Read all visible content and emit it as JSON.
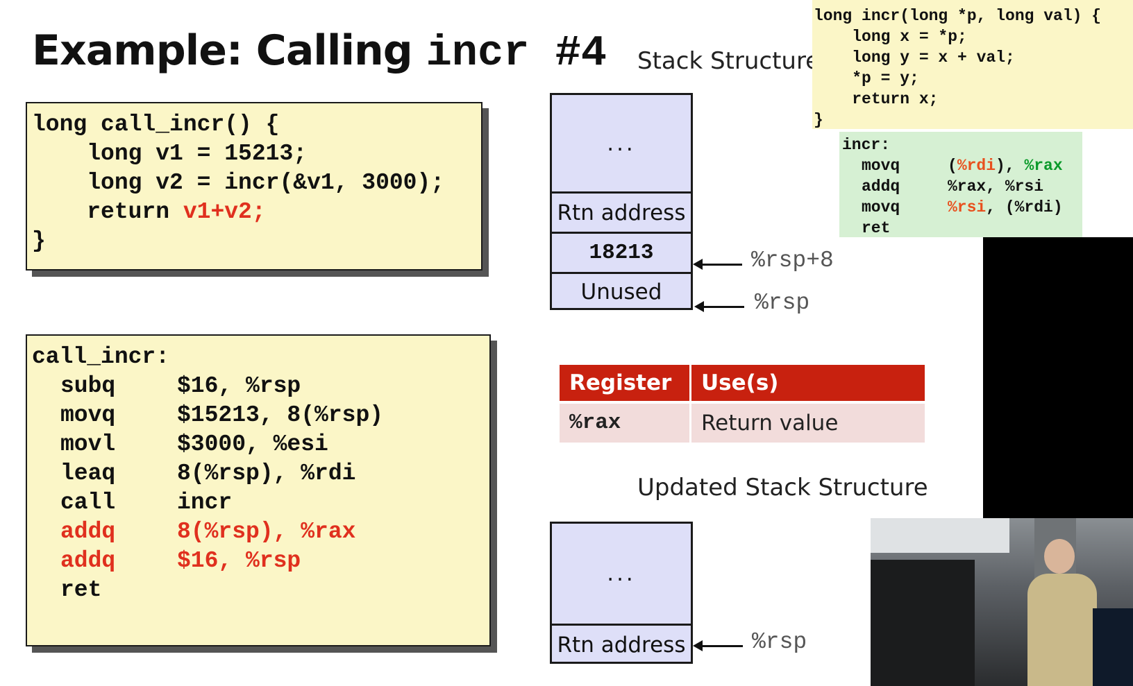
{
  "title": {
    "text": "Example: Calling ",
    "code": "incr #4"
  },
  "call_incr_c": {
    "lines": [
      "long call_incr() {",
      "    long v1 = 15213;",
      "    long v2 = incr(&v1, 3000);",
      "    return "
    ],
    "highlight": "v1+v2;",
    "close": "}"
  },
  "call_incr_asm": {
    "label": "call_incr:",
    "rows": [
      {
        "op": "subq",
        "args": "$16, %rsp"
      },
      {
        "op": "movq",
        "args": "$15213, 8(%rsp)"
      },
      {
        "op": "movl",
        "args": "$3000, %esi"
      },
      {
        "op": "leaq",
        "args": "8(%rsp), %rdi"
      },
      {
        "op": "call",
        "args": "incr"
      },
      {
        "op": "addq",
        "args": "8(%rsp), %rax",
        "highlight": true
      },
      {
        "op": "addq",
        "args": "$16, %rsp",
        "highlight": true
      },
      {
        "op": "ret",
        "args": ""
      }
    ]
  },
  "stack": {
    "heading": "Stack Structure",
    "cells": [
      "...",
      "Rtn address",
      "18213",
      "Unused"
    ],
    "pointers": [
      "%rsp+8",
      "%rsp"
    ]
  },
  "register_table": {
    "headers": [
      "Register",
      "Use(s)"
    ],
    "rows": [
      {
        "reg": "%rax",
        "use": "Return value"
      }
    ]
  },
  "updated_stack": {
    "heading": "Updated Stack Structure",
    "cells": [
      "...",
      "Rtn address"
    ],
    "pointer": "%rsp"
  },
  "incr_c": {
    "lines": [
      "long incr(long *p, long val) {",
      "    long x = *p;",
      "    long y = x + val;",
      "    *p = y;",
      "    return x;",
      "}"
    ]
  },
  "incr_asm": {
    "label": "incr:",
    "rows": [
      {
        "op": "movq",
        "a1": "(",
        "r1": "%rdi",
        "a2": "), ",
        "r2": "%rax"
      },
      {
        "op": "addq",
        "a1": "%rax, %rsi"
      },
      {
        "op": "movq",
        "r1": "%rsi",
        "a2": ", (%rdi)"
      },
      {
        "op": "ret"
      }
    ]
  },
  "colors": {
    "highlight_red": "#e0301e",
    "table_header": "#c8210f",
    "table_row": "#f2dcdb",
    "code_bg": "#fbf6c7",
    "stack_bg": "#dedff8",
    "asm_bg": "#d6f0d3"
  }
}
